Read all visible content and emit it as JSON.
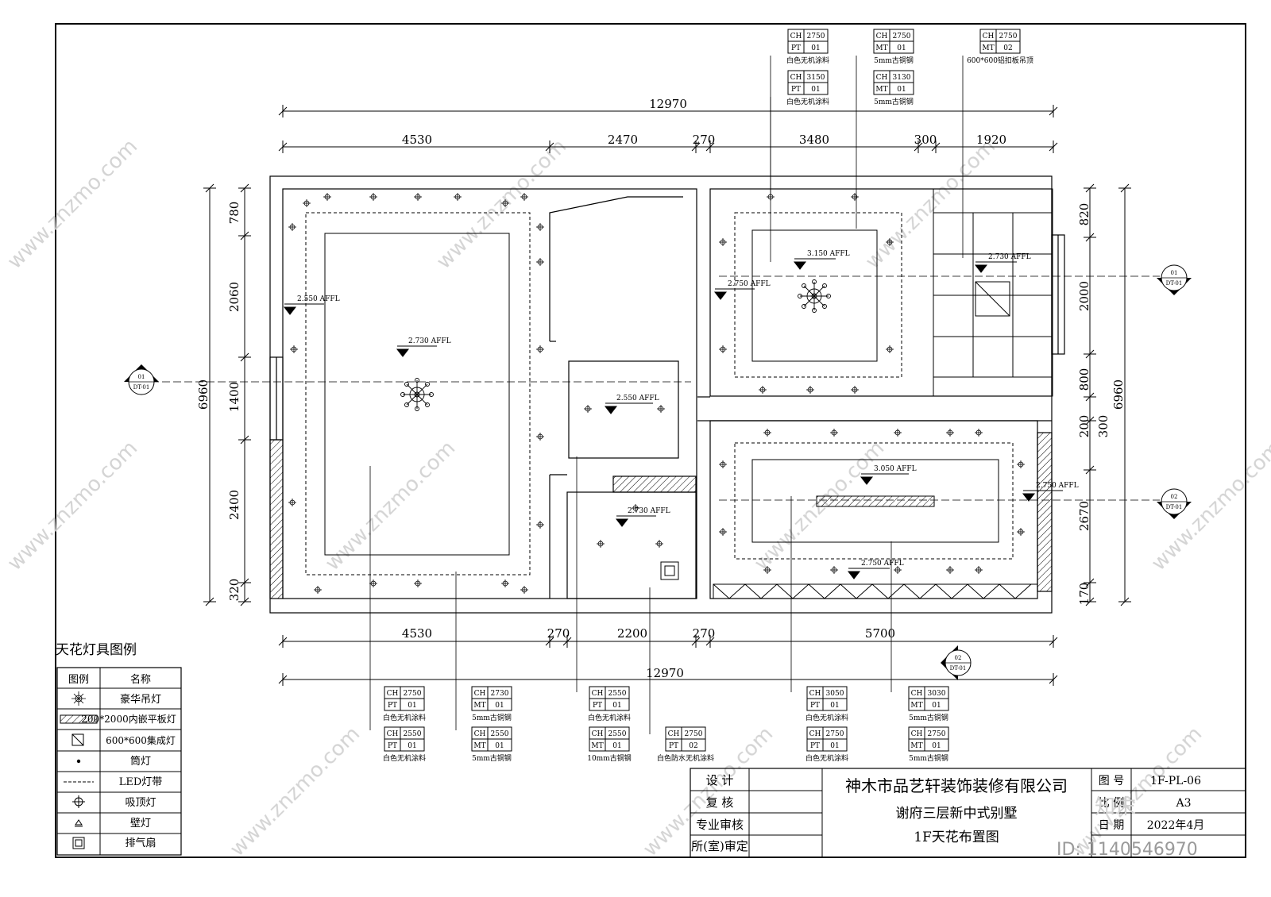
{
  "dimensions": {
    "top_total": "12970",
    "top_segments": [
      "4530",
      "2470",
      "270",
      "3480",
      "300",
      "1920"
    ],
    "bottom_total": "12970",
    "bottom_segments": [
      "4530",
      "270",
      "2200",
      "270",
      "5700"
    ],
    "left_total": "6960",
    "left_segments": [
      "780",
      "2060",
      "1400",
      "2400",
      "320"
    ],
    "right_total": "6960",
    "right_segments": [
      "820",
      "2000",
      "800",
      "200",
      "300",
      "2670",
      "170"
    ]
  },
  "heights": {
    "big_room": "2.730 AFFL",
    "left_edge": "2.550 AFFL",
    "hall": "2.550 AFFL",
    "small_room": "2.730 AFFL",
    "upper_room": "3.150 AFFL",
    "upper_left": "2.750 AFFL",
    "right_room": "2.730 AFFL",
    "lower_room": "3.050 AFFL",
    "lower_right": "2.750 AFFL",
    "lower_bottom": "2.750 AFFL"
  },
  "section_markers": [
    {
      "num": "01",
      "ref": "DT-01"
    },
    {
      "num": "01",
      "ref": "DT-01"
    },
    {
      "num": "02",
      "ref": "DT-01"
    },
    {
      "num": "02",
      "ref": "DT-01"
    }
  ],
  "tags_top": [
    {
      "r1": [
        "CH",
        "2750"
      ],
      "r2": [
        "PT",
        "01"
      ],
      "note": "白色无机涂料"
    },
    {
      "r1": [
        "CH",
        "2750"
      ],
      "r2": [
        "MT",
        "01"
      ],
      "note": "5mm古铜钢"
    },
    {
      "r1": [
        "CH",
        "2750"
      ],
      "r2": [
        "MT",
        "02"
      ],
      "note": "600*600铝扣板吊顶"
    },
    {
      "r1": [
        "CH",
        "3150"
      ],
      "r2": [
        "PT",
        "01"
      ],
      "note": "白色无机涂料"
    },
    {
      "r1": [
        "CH",
        "3130"
      ],
      "r2": [
        "MT",
        "01"
      ],
      "note": "5mm古铜钢"
    }
  ],
  "tags_bottom": [
    {
      "r1": [
        "CH",
        "2750"
      ],
      "r2": [
        "PT",
        "01"
      ],
      "note": "白色无机涂料"
    },
    {
      "r1": [
        "CH",
        "2730"
      ],
      "r2": [
        "MT",
        "01"
      ],
      "note": "5mm古铜钢"
    },
    {
      "r1": [
        "CH",
        "2550"
      ],
      "r2": [
        "PT",
        "01"
      ],
      "note": "白色无机涂料"
    },
    {
      "r1": [
        "CH",
        "3050"
      ],
      "r2": [
        "PT",
        "01"
      ],
      "note": "白色无机涂料"
    },
    {
      "r1": [
        "CH",
        "3030"
      ],
      "r2": [
        "MT",
        "01"
      ],
      "note": "5mm古铜钢"
    },
    {
      "r1": [
        "CH",
        "2550"
      ],
      "r2": [
        "PT",
        "01"
      ],
      "note": "白色无机涂料"
    },
    {
      "r1": [
        "CH",
        "2550"
      ],
      "r2": [
        "MT",
        "01"
      ],
      "note": "5mm古铜钢"
    },
    {
      "r1": [
        "CH",
        "2550"
      ],
      "r2": [
        "MT",
        "01"
      ],
      "note": "10mm古铜钢"
    },
    {
      "r1": [
        "CH",
        "2750"
      ],
      "r2": [
        "PT",
        "02"
      ],
      "note": "白色防水无机涂料"
    },
    {
      "r1": [
        "CH",
        "2750"
      ],
      "r2": [
        "PT",
        "01"
      ],
      "note": "白色无机涂料"
    },
    {
      "r1": [
        "CH",
        "2750"
      ],
      "r2": [
        "MT",
        "01"
      ],
      "note": "5mm古铜钢"
    }
  ],
  "legend": {
    "title": "天花灯具图例",
    "col_icon": "图例",
    "col_name": "名称",
    "items": [
      {
        "icon": "chandelier-icon",
        "name": "豪华吊灯"
      },
      {
        "icon": "panel-light-icon",
        "name": "200*2000内嵌平板灯"
      },
      {
        "icon": "integrated-light-icon",
        "name": "600*600集成灯"
      },
      {
        "icon": "downlight-icon",
        "name": "筒灯"
      },
      {
        "icon": "led-strip-icon",
        "name": "LED灯带"
      },
      {
        "icon": "ceiling-light-icon",
        "name": "吸顶灯"
      },
      {
        "icon": "wall-light-icon",
        "name": "壁灯"
      },
      {
        "icon": "exhaust-fan-icon",
        "name": "排气扇"
      }
    ]
  },
  "title_block": {
    "row_design": "设 计",
    "row_review": "复 核",
    "row_prof": "专业审核",
    "row_dept": "所(室)审定",
    "company": "神木市品艺轩装饰装修有限公司",
    "project": "谢府三层新中式别墅",
    "drawing": "1F天花布置图",
    "label_no": "图 号",
    "value_no": "1F-PL-06",
    "label_scale": "比 例",
    "value_scale": "A3",
    "label_date": "日 期",
    "value_date": "2022年4月"
  },
  "watermark": {
    "site": "www.znzmo.com",
    "brand": "知末网",
    "logo": "知末",
    "id": "ID: 1140546970"
  }
}
